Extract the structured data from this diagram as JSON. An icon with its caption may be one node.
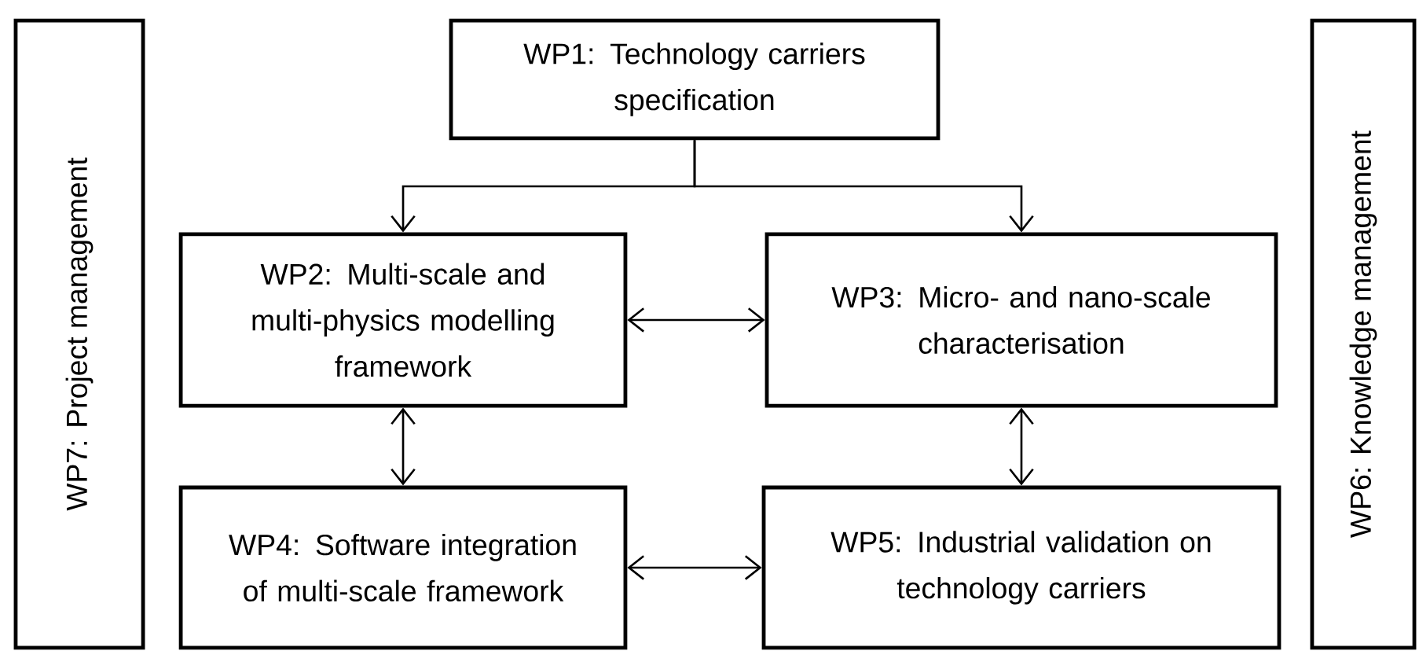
{
  "diagram": {
    "nodes": [
      {
        "text": [
          "WP7:  Project management"
        ]
      },
      {
        "text": [
          "WP1: Technology carriers specification"
        ]
      },
      {
        "text": [
          "WP2: Multi-scale and multi-physics modelling framework"
        ]
      },
      {
        "text": [
          "WP3: Micro- and nano-scale characterisation"
        ]
      },
      {
        "text": [
          "WP4: Software integration of multi-scale framework"
        ]
      },
      {
        "text": [
          "WP5: Industrial validation on technology carriers"
        ]
      },
      {
        "text": [
          "WP6: Knowledge management"
        ]
      }
    ],
    "edges": [
      {
        "from": 1,
        "to": 2,
        "arrow": "to"
      },
      {
        "from": 1,
        "to": 3,
        "arrow": "to"
      },
      {
        "from": 2,
        "to": 3,
        "arrow": "both"
      },
      {
        "from": 2,
        "to": 4,
        "arrow": "both"
      },
      {
        "from": 3,
        "to": 5,
        "arrow": "both"
      },
      {
        "from": 4,
        "to": 5,
        "arrow": "both"
      }
    ]
  }
}
